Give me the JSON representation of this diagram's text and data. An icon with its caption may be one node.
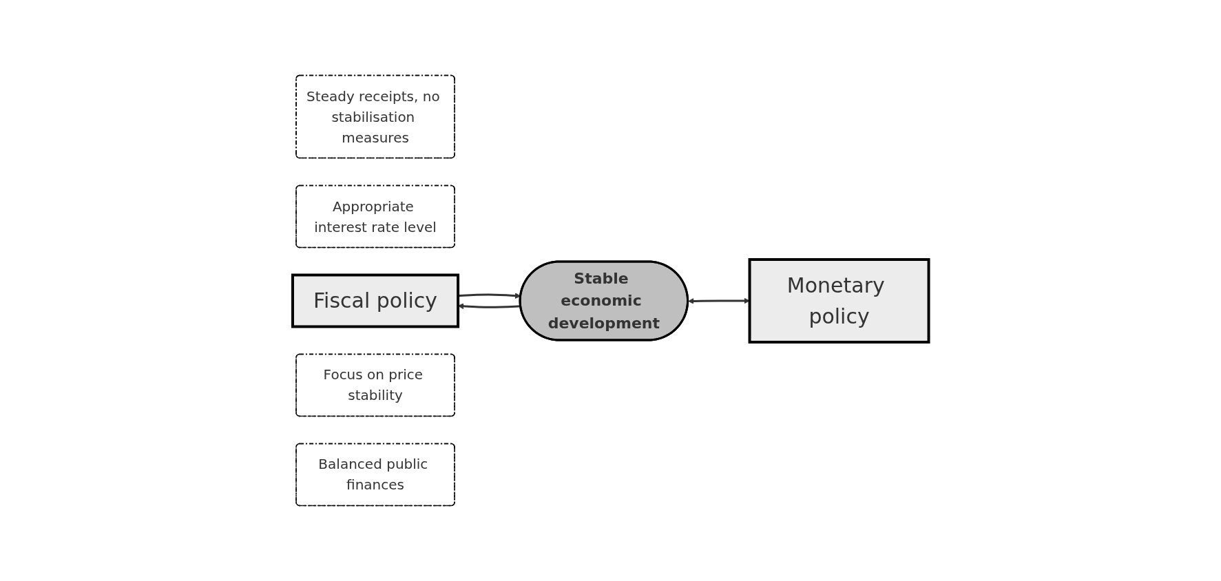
{
  "diagram": {
    "nodes": [
      {
        "text": [
          "Steady receipts, no stabilisation measures"
        ]
      },
      {
        "text": [
          "Appropriate interest rate level"
        ]
      },
      {
        "text": [
          "Fiscal policy"
        ]
      },
      {
        "text": [
          "Stable economic development"
        ]
      },
      {
        "text": [
          "Monetary policy"
        ]
      },
      {
        "text": [
          "Focus on price stability"
        ]
      },
      {
        "text": [
          "Balanced public finances"
        ]
      }
    ],
    "edges": [
      {
        "from": 3,
        "to": 2,
        "arrow": "to"
      },
      {
        "from": 2,
        "to": 3,
        "arrow": "to"
      },
      {
        "from": 3,
        "to": 4,
        "arrow": "both"
      }
    ]
  }
}
